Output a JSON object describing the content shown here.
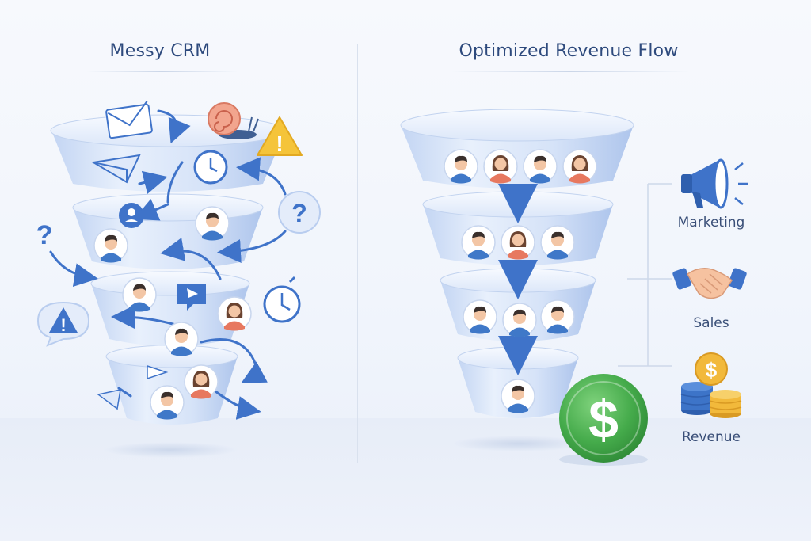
{
  "panels": {
    "left": {
      "title": "Messy CRM"
    },
    "right": {
      "title": "Optimized Revenue Flow"
    }
  },
  "legend": {
    "marketing": "Marketing",
    "sales": "Sales",
    "revenue": "Revenue"
  },
  "symbols": {
    "question": "?",
    "warning": "!",
    "dollar": "$"
  },
  "colors": {
    "title": "#2e4a7d",
    "funnel_light": "#e6eefb",
    "funnel_mid": "#b9cdf0",
    "arrow_blue": "#3f73c9",
    "money_green": "#43a84a",
    "warning_yellow": "#f5c43a",
    "coin_gold": "#f2b93b",
    "coin_blue": "#3d74c8"
  }
}
